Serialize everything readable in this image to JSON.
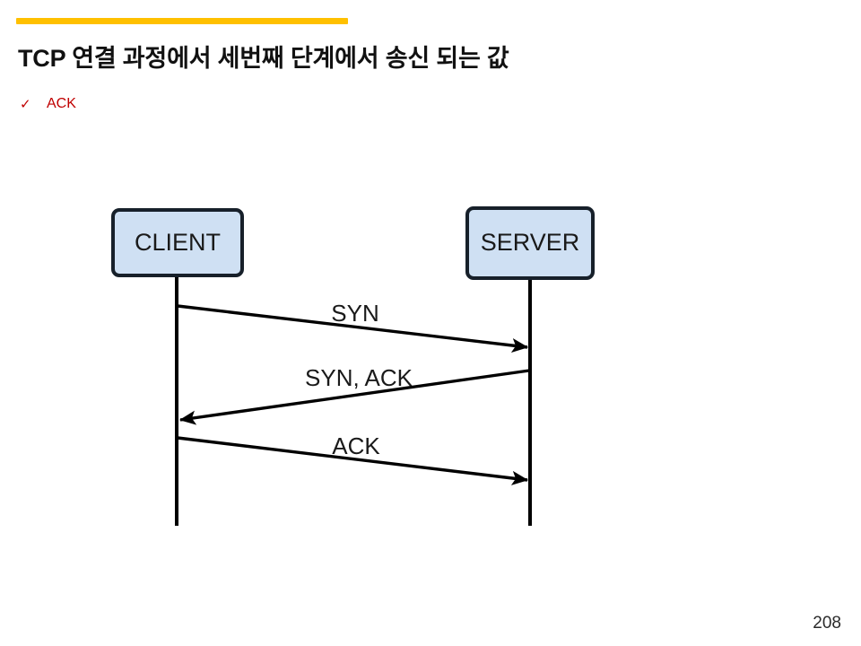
{
  "slide": {
    "title": "TCP 연결 과정에서 세번째 단계에서 송신 되는 값",
    "accent_color": "#ffc000",
    "page_number": "208"
  },
  "bullet": {
    "marker": "✓",
    "marker_icon": "check-icon",
    "text": "ACK",
    "color": "#c00000"
  },
  "diagram": {
    "type": "sequence-diagram",
    "fill_color": "#cfe0f3",
    "stroke_color": "#17202a",
    "participants": [
      {
        "id": "client",
        "label": "CLIENT"
      },
      {
        "id": "server",
        "label": "SERVER"
      }
    ],
    "messages": [
      {
        "label": "SYN",
        "from": "client",
        "to": "server",
        "direction": "right"
      },
      {
        "label": "SYN, ACK",
        "from": "server",
        "to": "client",
        "direction": "left"
      },
      {
        "label": "ACK",
        "from": "client",
        "to": "server",
        "direction": "right"
      }
    ]
  }
}
